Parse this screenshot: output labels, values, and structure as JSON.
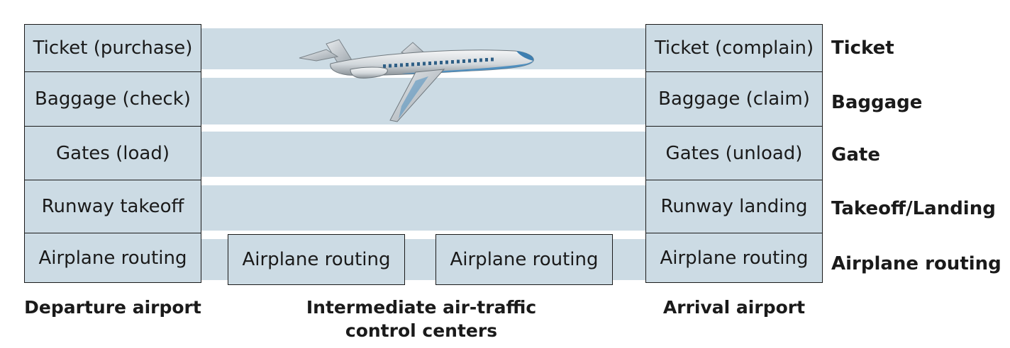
{
  "departure": {
    "boxes": [
      "Ticket (purchase)",
      "Baggage (check)",
      "Gates (load)",
      "Runway takeoff",
      "Airplane routing"
    ],
    "caption": "Departure airport"
  },
  "intermediate": {
    "boxes": [
      "Airplane routing",
      "Airplane routing"
    ],
    "caption_line1": "Intermediate air-traffic",
    "caption_line2": "control centers"
  },
  "arrival": {
    "boxes": [
      "Ticket (complain)",
      "Baggage (claim)",
      "Gates (unload)",
      "Runway landing",
      "Airplane routing"
    ],
    "caption": "Arrival airport"
  },
  "layers": [
    "Ticket",
    "Baggage",
    "Gate",
    "Takeoff/Landing",
    "Airplane routing"
  ],
  "colors": {
    "band": "#ccdbe4",
    "border": "#1a1a1a",
    "airplane_body": "#d9dde0",
    "airplane_accent": "#4f8fbf"
  },
  "icons": {
    "airplane": "airplane-icon"
  }
}
